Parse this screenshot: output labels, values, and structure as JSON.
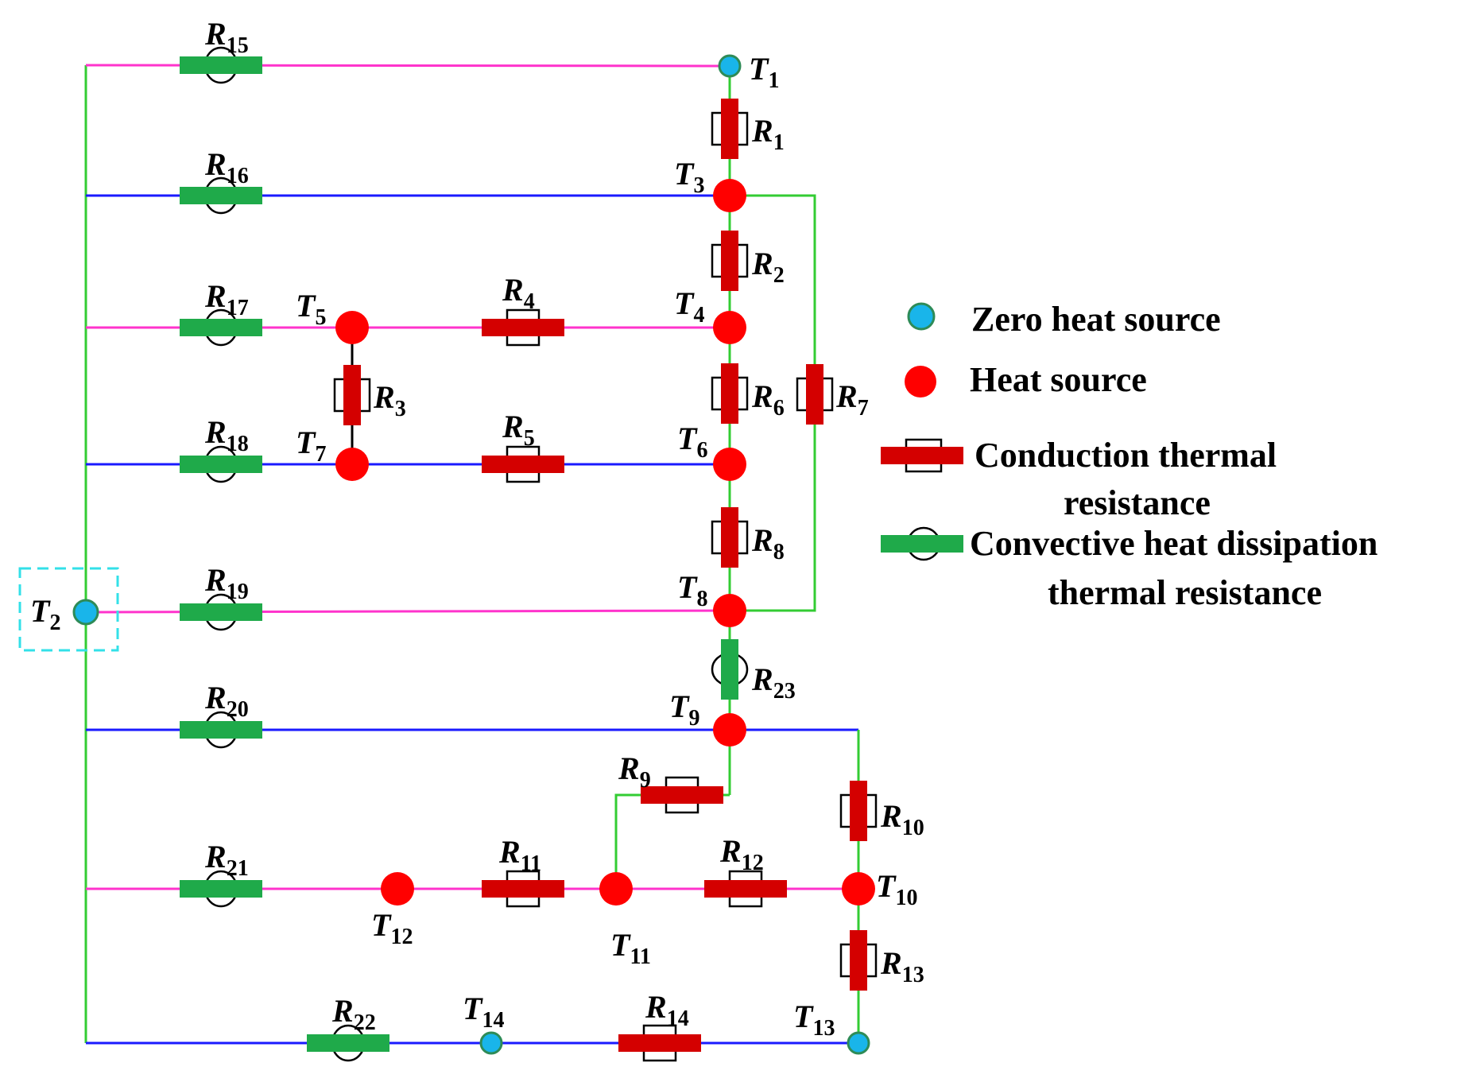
{
  "colors": {
    "pink": "#ff33cc",
    "blue": "#1a1aff",
    "green": "#33cc33",
    "heat_node": "#ff0000",
    "zero_node": "#19b5ea",
    "conduction": "#d40000",
    "convection": "#1faa4a",
    "box": "#33e0e8"
  },
  "nodes": [
    {
      "id": "n1",
      "sym": "T",
      "sub": "1",
      "kind": "zero"
    },
    {
      "id": "n2",
      "sym": "T",
      "sub": "2",
      "kind": "zero"
    },
    {
      "id": "n3",
      "sym": "T",
      "sub": "3",
      "kind": "heat"
    },
    {
      "id": "n4",
      "sym": "T",
      "sub": "4",
      "kind": "heat"
    },
    {
      "id": "n5",
      "sym": "T",
      "sub": "5",
      "kind": "heat"
    },
    {
      "id": "n6",
      "sym": "T",
      "sub": "6",
      "kind": "heat"
    },
    {
      "id": "n7",
      "sym": "T",
      "sub": "7",
      "kind": "heat"
    },
    {
      "id": "n8",
      "sym": "T",
      "sub": "8",
      "kind": "heat"
    },
    {
      "id": "n9",
      "sym": "T",
      "sub": "9",
      "kind": "heat"
    },
    {
      "id": "n10",
      "sym": "T",
      "sub": "10",
      "kind": "heat"
    },
    {
      "id": "n11",
      "sym": "T",
      "sub": "11",
      "kind": "heat"
    },
    {
      "id": "n12",
      "sym": "T",
      "sub": "12",
      "kind": "heat"
    },
    {
      "id": "n13",
      "sym": "T",
      "sub": "13",
      "kind": "zero"
    },
    {
      "id": "n14",
      "sym": "T",
      "sub": "14",
      "kind": "zero"
    }
  ],
  "resistors": [
    {
      "id": "r1",
      "sym": "R",
      "sub": "1",
      "kind": "conduction"
    },
    {
      "id": "r2",
      "sym": "R",
      "sub": "2",
      "kind": "conduction"
    },
    {
      "id": "r3",
      "sym": "R",
      "sub": "3",
      "kind": "conduction"
    },
    {
      "id": "r4",
      "sym": "R",
      "sub": "4",
      "kind": "conduction"
    },
    {
      "id": "r5",
      "sym": "R",
      "sub": "5",
      "kind": "conduction"
    },
    {
      "id": "r6",
      "sym": "R",
      "sub": "6",
      "kind": "conduction"
    },
    {
      "id": "r7",
      "sym": "R",
      "sub": "7",
      "kind": "conduction"
    },
    {
      "id": "r8",
      "sym": "R",
      "sub": "8",
      "kind": "conduction"
    },
    {
      "id": "r9",
      "sym": "R",
      "sub": "9",
      "kind": "conduction"
    },
    {
      "id": "r10",
      "sym": "R",
      "sub": "10",
      "kind": "conduction"
    },
    {
      "id": "r11",
      "sym": "R",
      "sub": "11",
      "kind": "conduction"
    },
    {
      "id": "r12",
      "sym": "R",
      "sub": "12",
      "kind": "conduction"
    },
    {
      "id": "r13",
      "sym": "R",
      "sub": "13",
      "kind": "conduction"
    },
    {
      "id": "r14",
      "sym": "R",
      "sub": "14",
      "kind": "conduction"
    },
    {
      "id": "r15",
      "sym": "R",
      "sub": "15",
      "kind": "convection"
    },
    {
      "id": "r16",
      "sym": "R",
      "sub": "16",
      "kind": "convection"
    },
    {
      "id": "r17",
      "sym": "R",
      "sub": "17",
      "kind": "convection"
    },
    {
      "id": "r18",
      "sym": "R",
      "sub": "18",
      "kind": "convection"
    },
    {
      "id": "r19",
      "sym": "R",
      "sub": "19",
      "kind": "convection"
    },
    {
      "id": "r20",
      "sym": "R",
      "sub": "20",
      "kind": "convection"
    },
    {
      "id": "r21",
      "sym": "R",
      "sub": "21",
      "kind": "convection"
    },
    {
      "id": "r22",
      "sym": "R",
      "sub": "22",
      "kind": "convection"
    },
    {
      "id": "r23",
      "sym": "R",
      "sub": "23",
      "kind": "convection"
    }
  ],
  "legend": {
    "zero": "Zero heat source",
    "heat": "Heat source",
    "conduction_line1": "Conduction thermal",
    "conduction_line2": "resistance",
    "convection_line1": "Convective heat dissipation",
    "convection_line2": "thermal resistance"
  }
}
